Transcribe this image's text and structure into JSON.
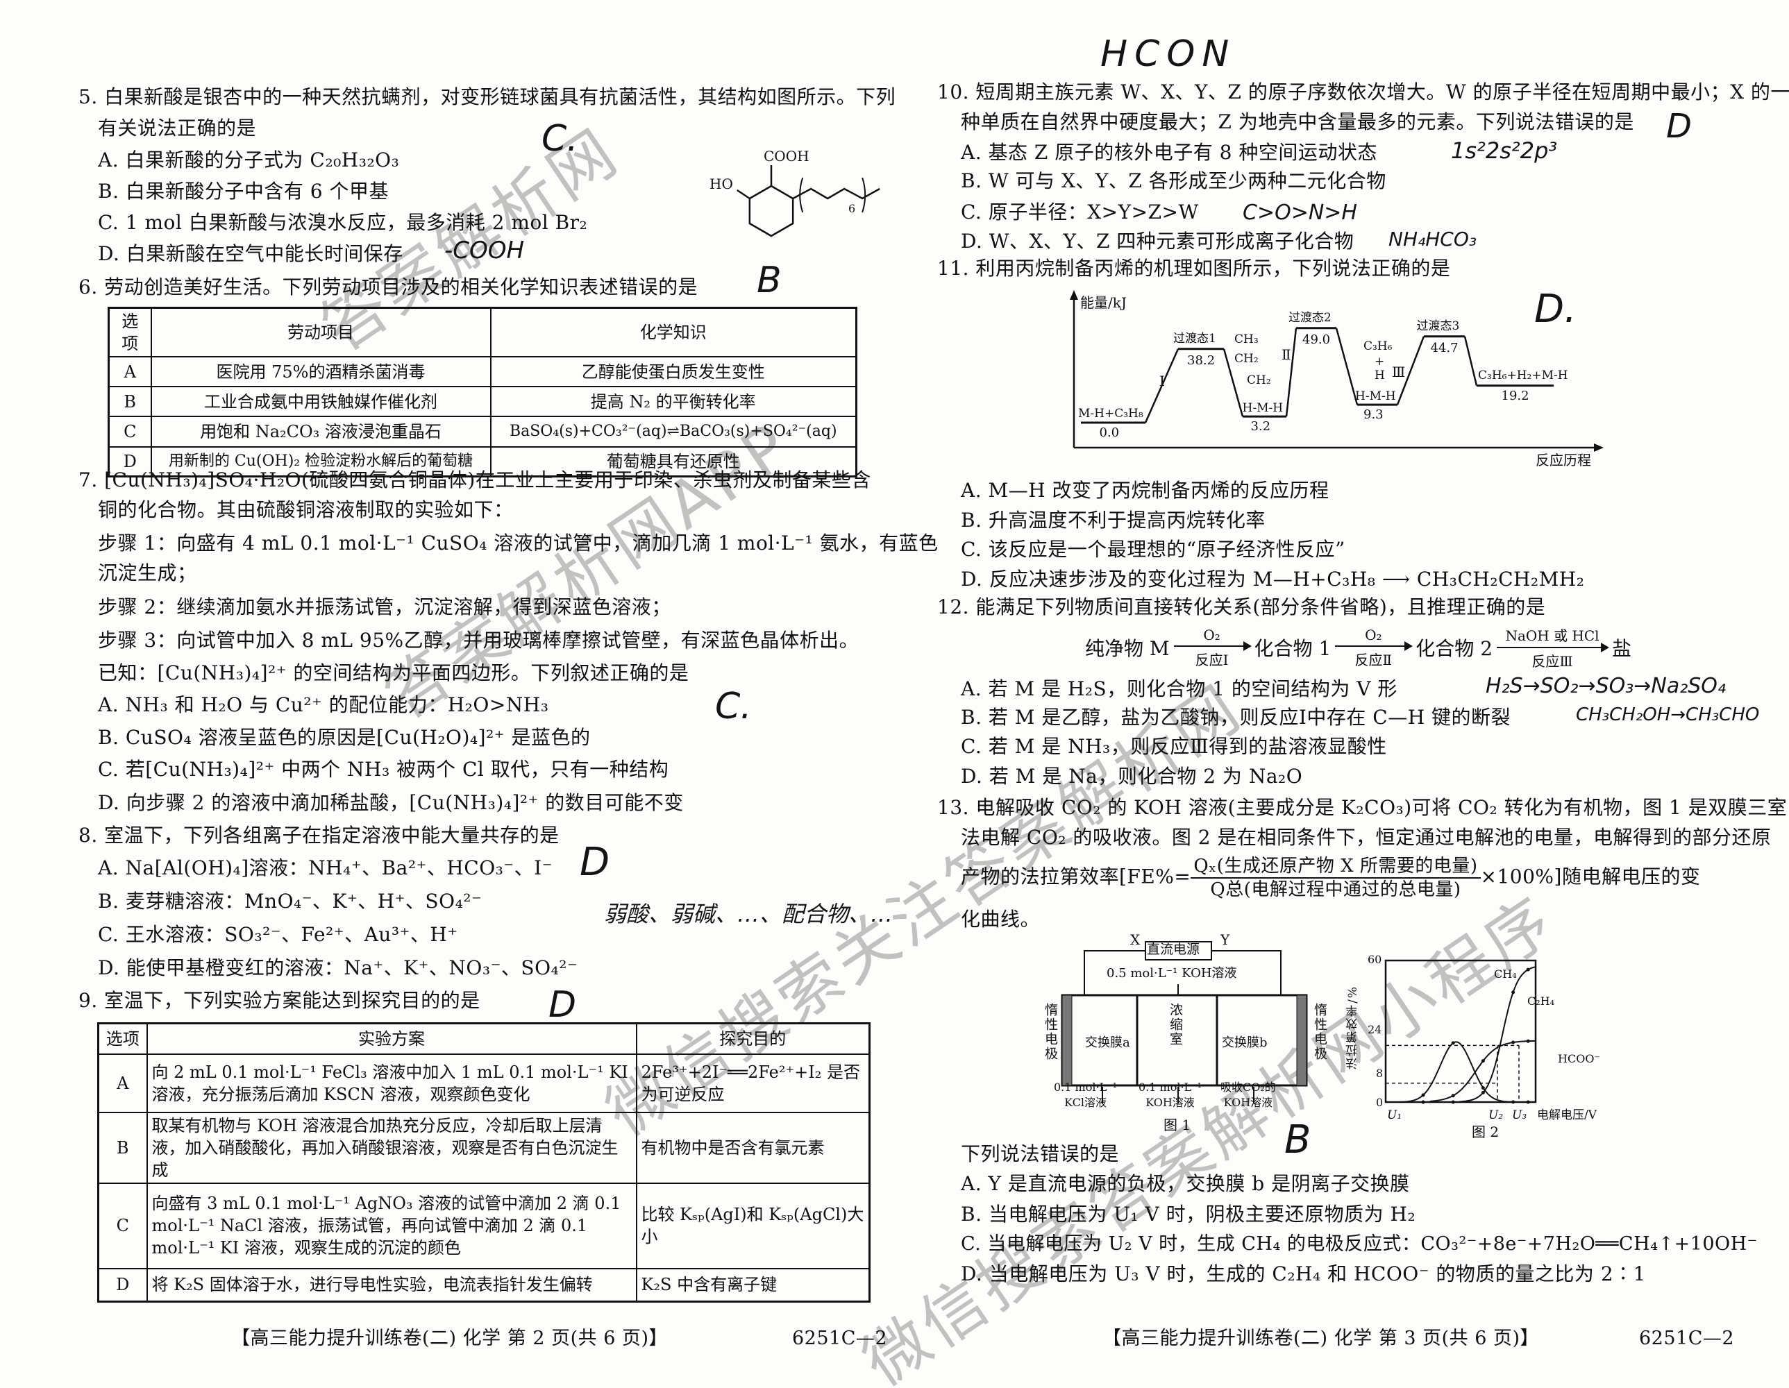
{
  "left_page": {
    "q5": {
      "stem": [
        "5. 白果新酸是银杏中的一种天然抗螨剂，对变形链球菌具有抗菌活性，其结构如图所示。下列",
        "有关说法正确的是"
      ],
      "options": [
        "A. 白果新酸的分子式为 C₂₀H₃₂O₃",
        "B. 白果新酸分子中含有 6 个甲基",
        "C. 1 mol 白果新酸与浓溴水反应，最多消耗 2 mol Br₂",
        "D. 白果新酸在空气中能长时间保存"
      ],
      "structure": {
        "cooh": "COOH",
        "ho": "HO",
        "repeat": "6"
      }
    },
    "q6": {
      "stem": "6. 劳动创造美好生活。下列劳动项目涉及的相关化学知识表述错误的是",
      "headers": [
        "选项",
        "劳动项目",
        "化学知识"
      ],
      "rows": [
        [
          "A",
          "医院用 75%的酒精杀菌消毒",
          "乙醇能使蛋白质发生变性"
        ],
        [
          "B",
          "工业合成氨中用铁触媒作催化剂",
          "提高 N₂ 的平衡转化率"
        ],
        [
          "C",
          "用饱和 Na₂CO₃ 溶液浸泡重晶石",
          "BaSO₄(s)+CO₃²⁻(aq)⇌BaCO₃(s)+SO₄²⁻(aq)"
        ],
        [
          "D",
          "用新制的 Cu(OH)₂ 检验淀粉水解后的葡萄糖",
          "葡萄糖具有还原性"
        ]
      ]
    },
    "q7": {
      "stem": [
        "7. [Cu(NH₃)₄]SO₄·H₂O(硫酸四氨合铜晶体)在工业上主要用于印染、杀虫剂及制备某些含",
        "铜的化合物。其由硫酸铜溶液制取的实验如下：",
        "步骤 1：向盛有 4 mL 0.1 mol·L⁻¹ CuSO₄ 溶液的试管中，滴加几滴 1 mol·L⁻¹ 氨水，有蓝色",
        "沉淀生成；",
        "步骤 2：继续滴加氨水并振荡试管，沉淀溶解，得到深蓝色溶液；",
        "步骤 3：向试管中加入 8 mL 95%乙醇，并用玻璃棒摩擦试管壁，有深蓝色晶体析出。",
        "已知：[Cu(NH₃)₄]²⁺ 的空间结构为平面四边形。下列叙述正确的是"
      ],
      "options": [
        "A. NH₃ 和 H₂O 与 Cu²⁺ 的配位能力：H₂O>NH₃",
        "B. CuSO₄ 溶液呈蓝色的原因是[Cu(H₂O)₄]²⁺ 是蓝色的",
        "C. 若[Cu(NH₃)₄]²⁺ 中两个 NH₃ 被两个 Cl 取代，只有一种结构",
        "D. 向步骤 2 的溶液中滴加稀盐酸，[Cu(NH₃)₄]²⁺ 的数目可能不变"
      ]
    },
    "q8": {
      "stem": "8. 室温下，下列各组离子在指定溶液中能大量共存的是",
      "options": [
        "A. Na[Al(OH)₄]溶液：NH₄⁺、Ba²⁺、HCO₃⁻、I⁻",
        "B. 麦芽糖溶液：MnO₄⁻、K⁺、H⁺、SO₄²⁻",
        "C. 王水溶液：SO₃²⁻、Fe²⁺、Au³⁺、H⁺",
        "D. 能使甲基橙变红的溶液：Na⁺、K⁺、NO₃⁻、SO₄²⁻"
      ]
    },
    "q9": {
      "stem": "9. 室温下，下列实验方案能达到探究目的的是",
      "headers": [
        "选项",
        "实验方案",
        "探究目的"
      ],
      "rows": [
        [
          "A",
          "向 2 mL 0.1 mol·L⁻¹ FeCl₃ 溶液中加入 1 mL 0.1 mol·L⁻¹ KI 溶液，充分振荡后滴加 KSCN 溶液，观察颜色变化",
          "2Fe³⁺+2I⁻══2Fe²⁺+I₂ 是否为可逆反应"
        ],
        [
          "B",
          "取某有机物与 KOH 溶液混合加热充分反应，冷却后取上层清液，加入硝酸酸化，再加入硝酸银溶液，观察是否有白色沉淀生成",
          "有机物中是否含有氯元素"
        ],
        [
          "C",
          "向盛有 3 mL 0.1 mol·L⁻¹ AgNO₃ 溶液的试管中滴加 2 滴 0.1 mol·L⁻¹ NaCl 溶液，振荡试管，再向试管中滴加 2 滴 0.1 mol·L⁻¹ KI 溶液，观察生成的沉淀的颜色",
          "比较 Kₛₚ(AgI)和 Kₛₚ(AgCl)大小"
        ],
        [
          "D",
          "将 K₂S 固体溶于水，进行导电性实验，电流表指针发生偏转",
          "K₂S 中含有离子键"
        ]
      ]
    },
    "footer": {
      "title": "【高三能力提升训练卷(二)  化学  第 2 页(共 6 页)】",
      "code": "6251C—2"
    }
  },
  "right_page": {
    "q10": {
      "stem": [
        "10. 短周期主族元素 W、X、Y、Z 的原子序数依次增大。W 的原子半径在短周期中最小；X 的一",
        "种单质在自然界中硬度最大；Z 为地壳中含量最多的元素。下列说法错误的是"
      ],
      "options": [
        "A. 基态 Z 原子的核外电子有 8 种空间运动状态",
        "B. W 可与 X、Y、Z 各形成至少两种二元化合物",
        "C. 原子半径：X>Y>Z>W",
        "D. W、X、Y、Z 四种元素可形成离子化合物"
      ]
    },
    "q11": {
      "stem": "11. 利用丙烷制备丙烯的机理如图所示，下列说法正确的是",
      "diagram": {
        "ylabel": "能量/kJ",
        "xlabel": "反应历程",
        "levels": [
          {
            "value": 0.0,
            "label": "0.0",
            "species": "M-H+C₃H₈"
          },
          {
            "value": 38.2,
            "label": "38.2",
            "species": "过渡态1"
          },
          {
            "value": 3.2,
            "label": "3.2",
            "species": "H-M-H"
          },
          {
            "value": 49.0,
            "label": "49.0",
            "species": "过渡态2"
          },
          {
            "value": 9.3,
            "label": "9.3",
            "species": "H-M-H"
          },
          {
            "value": 44.7,
            "label": "44.7",
            "species": "过渡态3"
          },
          {
            "value": 19.2,
            "label": "19.2",
            "species": "C₃H₆+H₂+M-H"
          }
        ],
        "steps": [
          "Ⅰ",
          "Ⅱ",
          "Ⅲ"
        ],
        "int1_groups": [
          "CH₃",
          "CH₂",
          "CH₂"
        ],
        "int2_groups": [
          "C₃H₆",
          "+",
          "H"
        ]
      },
      "options": [
        "A. M—H 改变了丙烷制备丙烯的反应历程",
        "B. 升高温度不利于提高丙烷转化率",
        "C. 该反应是一个最理想的“原子经济性反应”",
        "D. 反应决速步涉及的变化过程为 M—H+C₃H₈ ⟶ CH₃CH₂CH₂MH₂"
      ]
    },
    "q12": {
      "stem": "12. 能满足下列物质间直接转化关系(部分条件省略)，且推理正确的是",
      "scheme": {
        "start": "纯净物 M",
        "a1_top": "O₂",
        "a1_bottom": "反应Ⅰ",
        "mid1": "化合物 1",
        "a2_top": "O₂",
        "a2_bottom": "反应Ⅱ",
        "mid2": "化合物 2",
        "a3_top": "NaOH 或 HCl",
        "a3_bottom": "反应Ⅲ",
        "end": "盐"
      },
      "options": [
        "A. 若 M 是 H₂S，则化合物 1 的空间结构为 V 形",
        "B. 若 M 是乙醇，盐为乙酸钠，则反应Ⅰ中存在 C—H 键的断裂",
        "C. 若 M 是 NH₃，则反应Ⅲ得到的盐溶液显酸性",
        "D. 若 M 是 Na，则化合物 2 为 Na₂O"
      ]
    },
    "q13": {
      "stem": [
        "13. 电解吸收 CO₂ 的 KOH 溶液(主要成分是 K₂CO₃)可将 CO₂ 转化为有机物，图 1 是双膜三室",
        "法电解 CO₂ 的吸收液。图 2 是在相同条件下，恒定通过电解池的电量，电解得到的部分还原"
      ],
      "formula_pre": "产物的法拉第效率[FE%=",
      "formula_num": "Qₓ(生成还原产物 X 所需要的电量)",
      "formula_den": "Q总(电解过程中通过的总电量)",
      "formula_post": "×100%]随电解电压的变",
      "stem_end": "化曲线。",
      "fig1": {
        "x": "X",
        "y": "Y",
        "power": "直流电源",
        "top_solution": "0.5 mol·L⁻¹ KOH溶液",
        "left_electrode": "惰性电极",
        "right_electrode": "惰性电极",
        "membrane_a": "交换膜a",
        "center": "浓缩室",
        "membrane_b": "交换膜b",
        "in_left": [
          "0.1 mol·L⁻¹",
          "KCl溶液"
        ],
        "in_mid": [
          "0.1 mol·L⁻¹",
          "KOH溶液"
        ],
        "in_right": [
          "吸收CO₂的",
          "KOH溶液"
        ],
        "caption": "图 1"
      },
      "fig2": {
        "ylabel": "法拉第效率/%",
        "yticks": [
          "60",
          "24",
          "8",
          "0"
        ],
        "xticks": [
          "U₁",
          "U₂",
          "U₃"
        ],
        "xlabel": "电解电压/V",
        "series": [
          "CH₄",
          "C₂H₄",
          "HCOO⁻"
        ],
        "caption": "图 2"
      },
      "question": "下列说法错误的是",
      "options": [
        "A. Y 是直流电源的负极，交换膜 b 是阴离子交换膜",
        "B. 当电解电压为 U₁ V 时，阴极主要还原物质为 H₂",
        "C. 当电解电压为 U₂ V 时，生成 CH₄ 的电极反应式：CO₃²⁻+8e⁻+7H₂O══CH₄↑+10OH⁻",
        "D. 当电解电压为 U₃ V 时，生成的 C₂H₄ 和 HCOO⁻ 的物质的量之比为 2∶1"
      ]
    },
    "footer": {
      "title": "【高三能力提升训练卷(二)  化学  第 3 页(共 6 页)】",
      "code": "6251C—2"
    }
  },
  "handwriting": [
    "C.",
    "B",
    "C.",
    "D",
    "D",
    "HCON",
    "D",
    "D.",
    "B",
    "-COOH",
    "1s²2s²2p³",
    "C>O>N>H",
    "NH₄HCO₃",
    "H₂S→SO₂→SO₃→Na₂SO₄",
    "CH₃CH₂OH→CH₃CHO",
    "弱酸、弱碱、…、配合物、…"
  ],
  "watermarks": [
    "答案解析网",
    "答案解析网APP",
    "微信搜索关注答案解析网",
    "微信搜索答案解析网小程序"
  ]
}
